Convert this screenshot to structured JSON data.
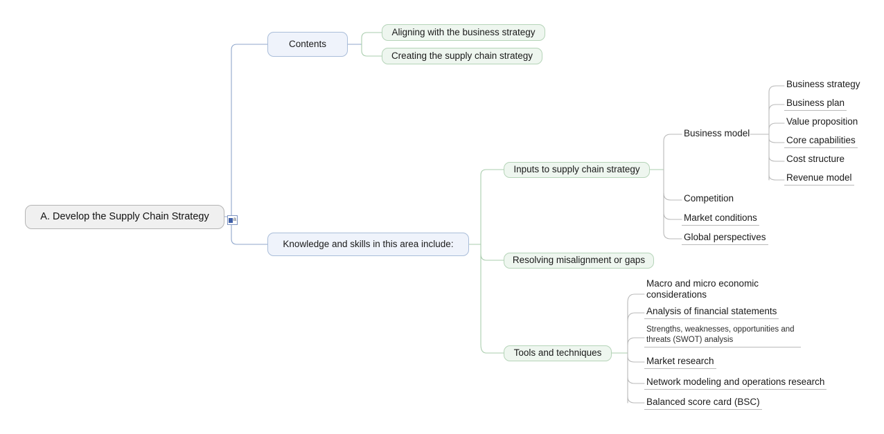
{
  "document": {
    "type": "mind-map",
    "title": "A. Develop the Supply Chain Strategy"
  },
  "colors": {
    "root_fill": "#f0f0f0",
    "root_border": "#b4b4b4",
    "blue_fill": "#eff3fb",
    "blue_border": "#a9bdd9",
    "green_fill": "#eef6ef",
    "green_border": "#b5d4b8",
    "blue_wire": "#8fa6cb",
    "green_wire": "#a9cdad",
    "gray_wire": "#b9b9b9",
    "text": "#1a1a1a"
  },
  "root": {
    "label": "A. Develop the Supply Chain Strategy",
    "note_icon": "note-attachment-icon",
    "note_icon_page": "a"
  },
  "branches": {
    "contents": {
      "label": "Contents",
      "children": [
        {
          "label": "Aligning with the business strategy"
        },
        {
          "label": "Creating the supply chain strategy"
        }
      ]
    },
    "knowledge": {
      "label": "Knowledge and skills in this area include:",
      "children": [
        {
          "label": "Inputs to supply chain strategy",
          "children": [
            {
              "label": "Business model",
              "children": [
                {
                  "label": "Business strategy",
                  "rule": false
                },
                {
                  "label": "Business plan",
                  "rule": true
                },
                {
                  "label": "Value proposition",
                  "rule": false
                },
                {
                  "label": "Core capabilities",
                  "rule": true
                },
                {
                  "label": "Cost structure",
                  "rule": false
                },
                {
                  "label": "Revenue model",
                  "rule": true
                }
              ]
            },
            {
              "label": "Competition",
              "rule": false
            },
            {
              "label": "Market conditions",
              "rule": true
            },
            {
              "label": "Global perspectives",
              "rule": true
            }
          ]
        },
        {
          "label": "Resolving misalignment or gaps",
          "children": []
        },
        {
          "label": "Tools and techniques",
          "children": [
            {
              "label": "Macro and micro economic considerations",
              "rule": false,
              "multiline": true
            },
            {
              "label": "Analysis of financial statements",
              "rule": true
            },
            {
              "label": "Strengths, weaknesses, opportunities and threats (SWOT) analysis",
              "rule": true,
              "multiline": true,
              "small": true
            },
            {
              "label": "Market research",
              "rule": true
            },
            {
              "label": "Network modeling and operations research",
              "rule": true
            },
            {
              "label": "Balanced score card (BSC)",
              "rule": true
            }
          ]
        }
      ]
    }
  }
}
